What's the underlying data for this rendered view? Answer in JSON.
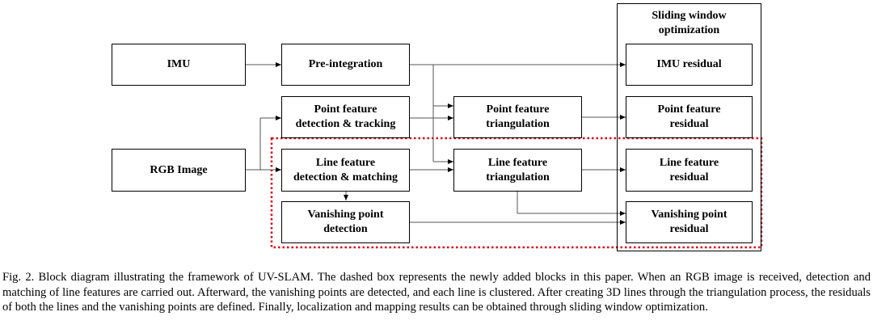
{
  "diagram": {
    "imu": "IMU",
    "rgb_image": "RGB Image",
    "pre_integration": "Pre-integration",
    "point_detect": "Point feature\ndetection & tracking",
    "line_detect": "Line feature\ndetection & matching",
    "vp_detect": "Vanishing point\ndetection",
    "point_tri": "Point feature\ntriangulation",
    "line_tri": "Line feature\ntriangulation",
    "swo_title": "Sliding window\noptimization",
    "imu_residual": "IMU residual",
    "point_residual": "Point feature\nresidual",
    "line_residual": "Line feature\nresidual",
    "vp_residual": "Vanishing point\nresidual",
    "colors": {
      "dashed_box": "#e0001b",
      "lines": "#555555"
    }
  },
  "caption": "Fig. 2.   Block diagram illustrating the framework of UV-SLAM. The dashed box represents the newly added blocks in this paper. When an RGB image is received, detection and matching of line features are carried out. Afterward, the vanishing points are detected, and each line is clustered. After creating 3D lines through the triangulation process, the residuals of both the lines and the vanishing points are defined. Finally, localization and mapping results can be obtained through sliding window optimization."
}
